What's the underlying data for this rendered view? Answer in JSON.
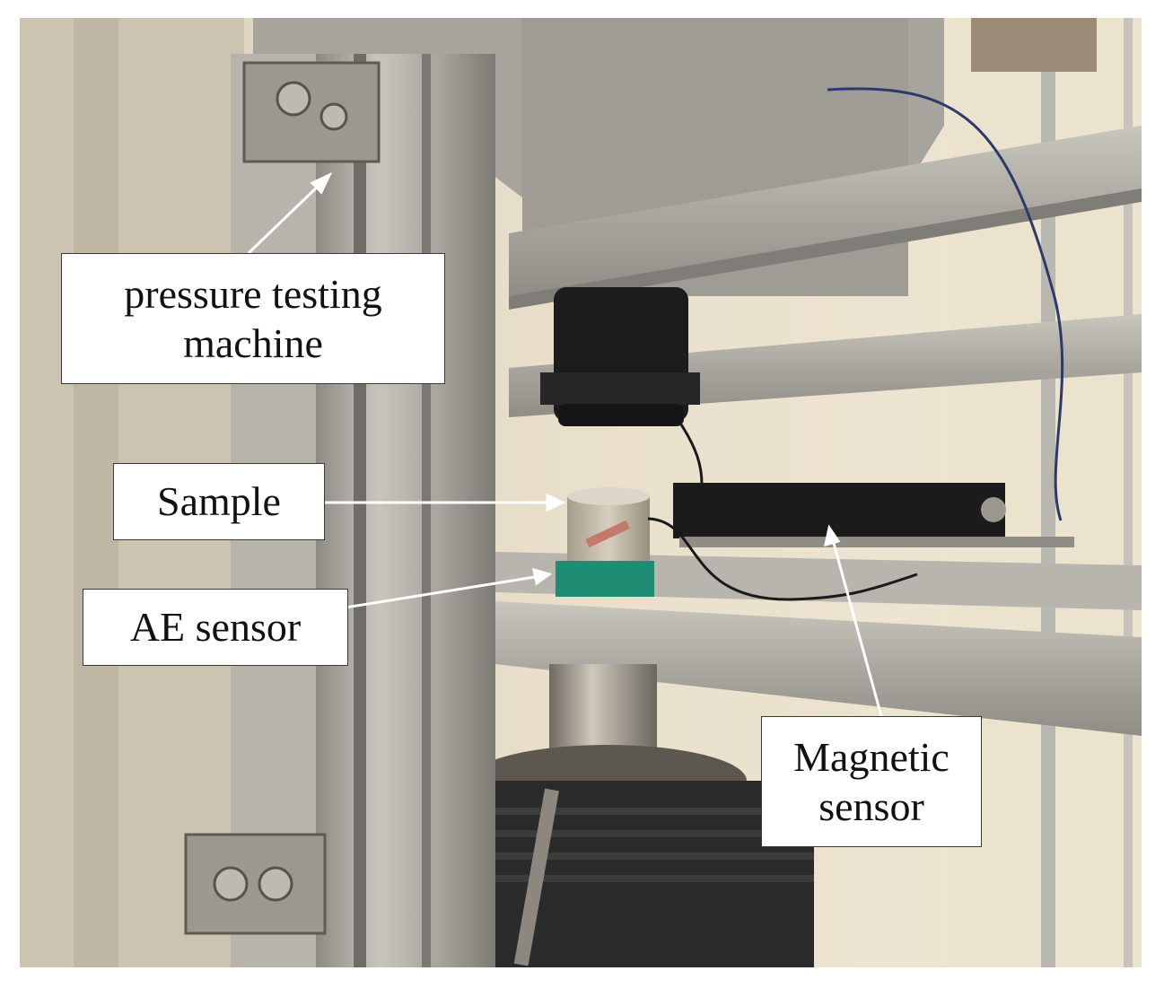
{
  "figure": {
    "kind": "photograph",
    "subject": "laboratory compression test setup with sensors",
    "colors": {
      "wall": "#e6dcc7",
      "aluminium_frame": "#a8a59c",
      "dark_steel": "#1d1d1f",
      "teal_tape": "#1f8c74",
      "label_box": "#ffffff",
      "arrow": "#ffffff"
    }
  },
  "labels": {
    "pressure_machine": "pressure testing\nmachine",
    "sample": "Sample",
    "ae_sensor": "AE sensor",
    "magnetic_sensor": "Magnetic\nsensor"
  }
}
